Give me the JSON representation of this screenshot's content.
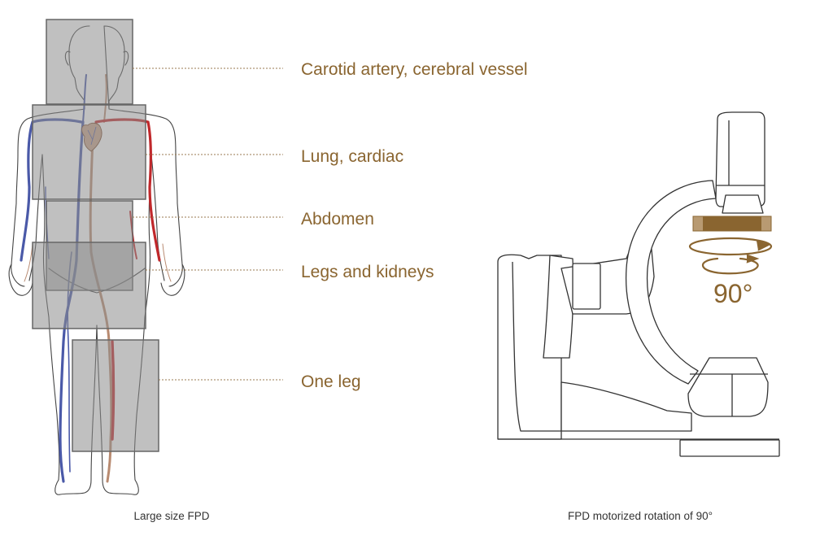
{
  "labels": {
    "carotid": "Carotid artery, cerebral vessel",
    "lung": "Lung, cardiac",
    "abdomen": "Abdomen",
    "legs_kidneys": "Legs and kidneys",
    "one_leg": "One leg"
  },
  "rotation_label": "90°",
  "captions": {
    "left": "Large size FPD",
    "right": "FPD motorized rotation of 90°"
  },
  "colors": {
    "label_text": "#8a6530",
    "vein": "#4a59a8",
    "artery": "#c0282b",
    "artery_muted": "#b88a70",
    "fov_box_fill": "#8c8c8c",
    "outline": "#333333"
  },
  "icons": [
    "human-body-vascular-illustration",
    "c-arm-angiography-system-illustration",
    "rotation-arrows-icon"
  ]
}
